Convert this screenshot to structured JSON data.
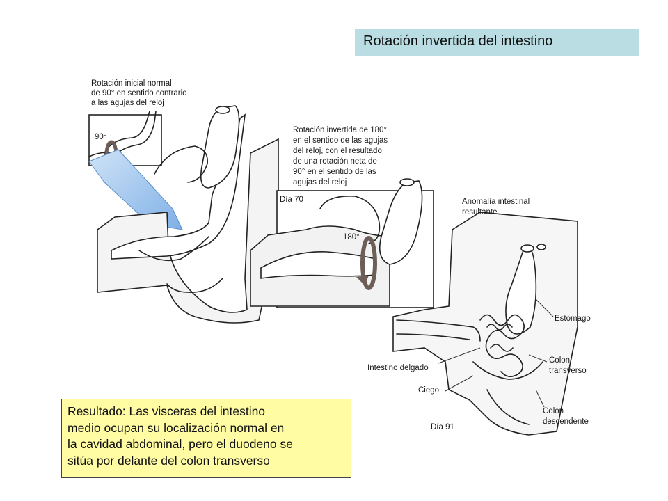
{
  "title": "Rotación invertida del intestino",
  "result_lines": [
    "Resultado: Las visceras del intestino",
    "medio ocupan su localización normal en",
    "la cavidad abdominal, pero el duodeno se",
    "sitúa por delante del colon transverso"
  ],
  "panel1": {
    "caption_lines": [
      "Rotación inicial normal",
      "de 90° en sentido contrario",
      "a las agujas del reloj"
    ],
    "angle": "90°"
  },
  "panel2": {
    "caption_lines": [
      "Rotación invertida de 180°",
      "en el sentido de las agujas",
      "del reloj, con el resultado",
      "de una rotación neta de",
      "90° en el sentido de las",
      "agujas del reloj"
    ],
    "day": "Día 70",
    "angle": "180°"
  },
  "panel3": {
    "caption_lines": [
      "Anomalía intestinal",
      "resultante"
    ],
    "day": "Día 91",
    "labels": {
      "stomach": "Estómago",
      "small_intestine": "Intestino delgado",
      "transverse_colon_lines": [
        "Colon",
        "transverso"
      ],
      "cecum": "Ciego",
      "descending_colon_lines": [
        "Colon",
        "descendente"
      ]
    }
  },
  "colors": {
    "title_bg": "#b9dde3",
    "result_bg": "#fffca3",
    "arrow_blue": "#9cc4ec",
    "rotation_arrow": "#6e5e58"
  }
}
